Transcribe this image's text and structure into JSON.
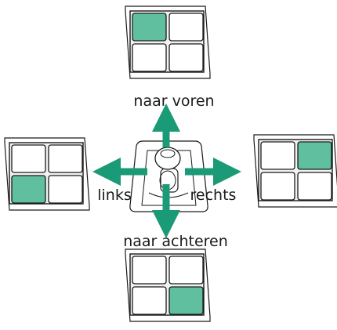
{
  "labels": {
    "forward": "naar voren",
    "backward": "naar achteren",
    "left": "links",
    "right": "rechts"
  },
  "colors": {
    "arrow": "#1a9a76",
    "highlight": "#5fbf9f",
    "outline": "#1a1a1a",
    "tray": "#f2f2f2"
  },
  "panels": [
    {
      "id": "forward",
      "highlight_cell": "top-left"
    },
    {
      "id": "left",
      "highlight_cell": "bottom-left"
    },
    {
      "id": "right",
      "highlight_cell": "top-right"
    },
    {
      "id": "backward",
      "highlight_cell": "bottom-right"
    }
  ],
  "icons": [
    "joystick-icon",
    "arrow-up-icon",
    "arrow-down-icon",
    "arrow-left-icon",
    "arrow-right-icon"
  ]
}
